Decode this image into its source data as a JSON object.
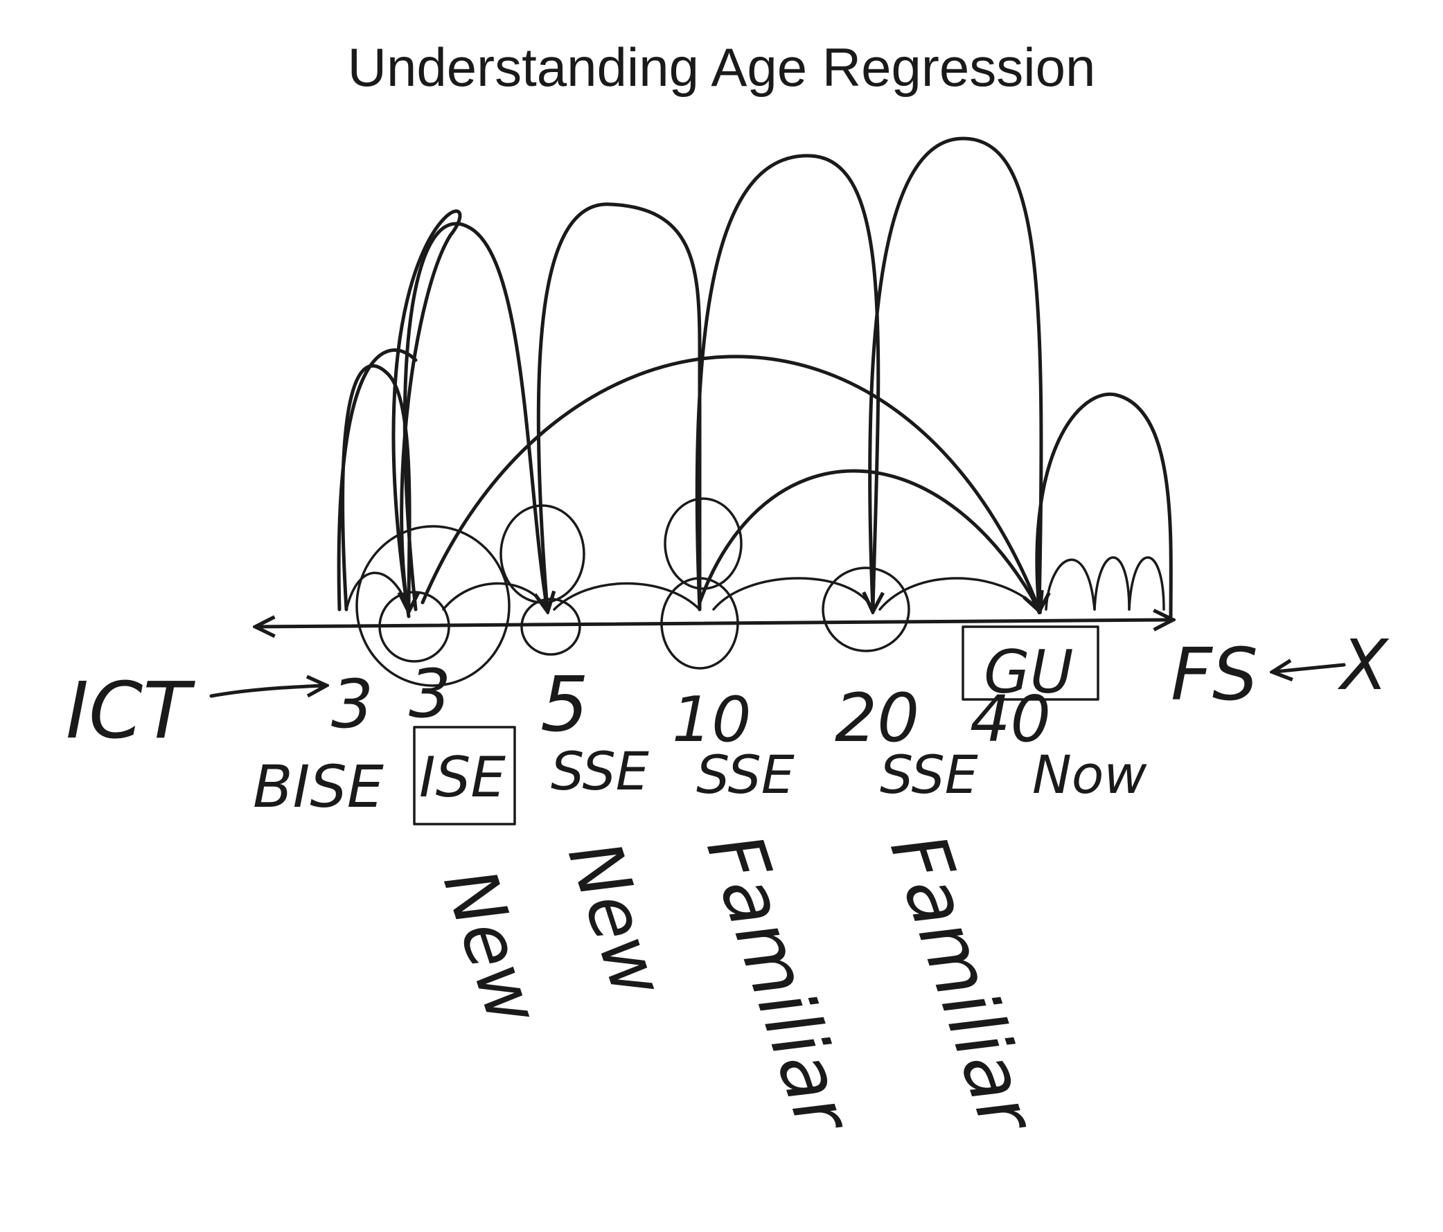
{
  "title": "Understanding Age Regression",
  "labels": {
    "left_term": "ICT",
    "right_term": "FS",
    "right_x": "X",
    "box_top": "GU",
    "ages": [
      "3",
      "3",
      "5",
      "10",
      "20",
      "40"
    ],
    "stages": [
      "BISE",
      "ISE",
      "SSE",
      "SSE",
      "SSE",
      "Now"
    ],
    "annotations": [
      "New",
      "New",
      "Familiar",
      "Familiar"
    ]
  },
  "colors": {
    "ink": "#1a1a1a",
    "background": "#ffffff"
  }
}
